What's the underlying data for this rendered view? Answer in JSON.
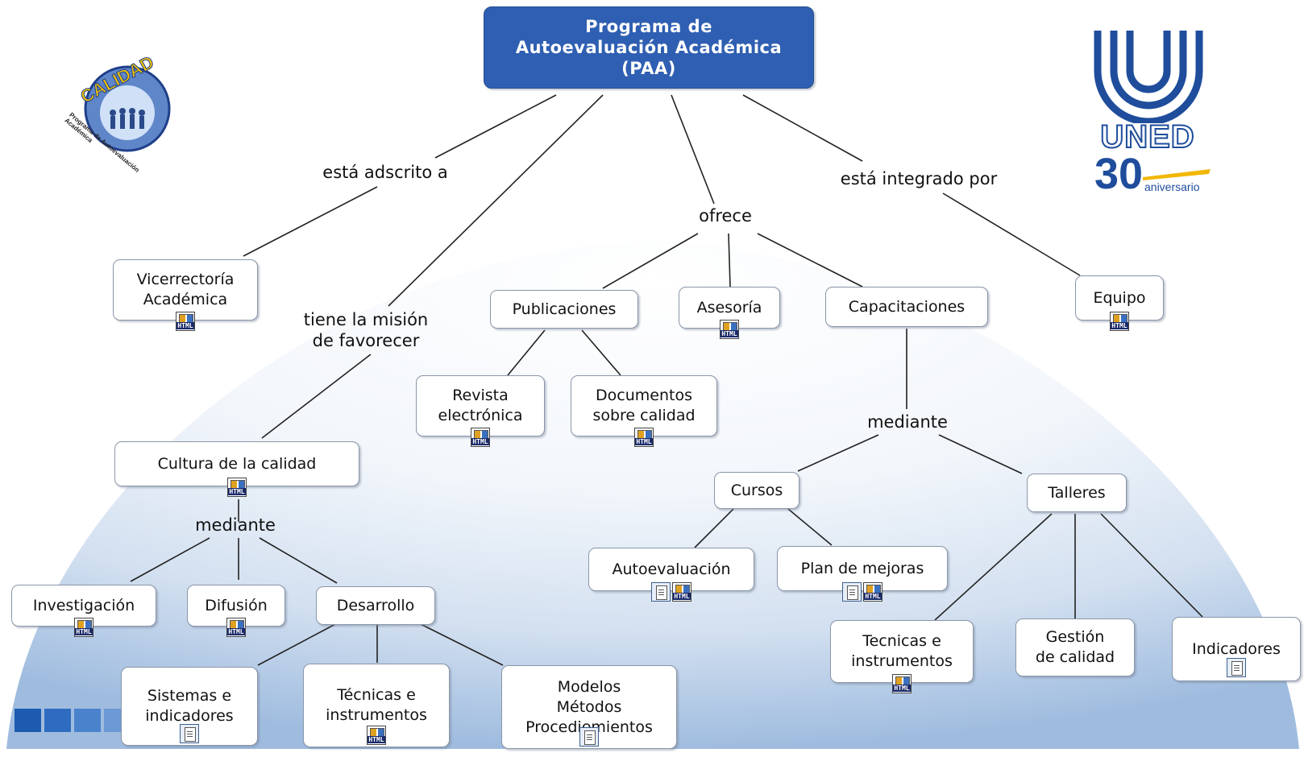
{
  "root": {
    "title": "Programa de\nAutoevaluación Académica\n(PAA)"
  },
  "logos": {
    "calidad": {
      "word": "CALIDAD",
      "subtitle": "Programa de Autoevaluación Académica"
    },
    "uned": {
      "name": "UNED",
      "number": "30",
      "subtitle": "aniversario"
    }
  },
  "linking_phrases": {
    "adscrito": "está adscrito a",
    "mision": "tiene la misión\nde favorecer",
    "ofrece": "ofrece",
    "integrado": "está integrado por",
    "mediante_left": "mediante",
    "mediante_right": "mediante"
  },
  "concepts": {
    "vicerrectoria": "Vicerrectoría\nAcadémica",
    "equipo": "Equipo",
    "publicaciones": "Publicaciones",
    "asesoria": "Asesoría",
    "capacitaciones": "Capacitaciones",
    "revista": "Revista\nelectrónica",
    "documentos": "Documentos\nsobre calidad",
    "cultura": "Cultura de la calidad",
    "investigacion": "Investigación",
    "difusion": "Difusión",
    "desarrollo": "Desarrollo",
    "sistemas": "Sistemas e\nindicadores",
    "tecnicas_left": "Técnicas e\ninstrumentos",
    "modelos": "Modelos\nMétodos\nProcediemientos",
    "cursos": "Cursos",
    "talleres": "Talleres",
    "autoevaluacion": "Autoevaluación",
    "plan": "Plan de mejoras",
    "tecnicas_right": "Tecnicas e\ninstrumentos",
    "gestion": "Gestión\nde calidad",
    "indicadores": "Indicadores"
  },
  "icon_label": "HTML",
  "colors": {
    "root_fill": "#2f5fb2",
    "node_border": "#8a96a8",
    "dome_light": "#ffffff",
    "dome_dark": "#aac3e2",
    "accent": "#1f4d9c"
  }
}
